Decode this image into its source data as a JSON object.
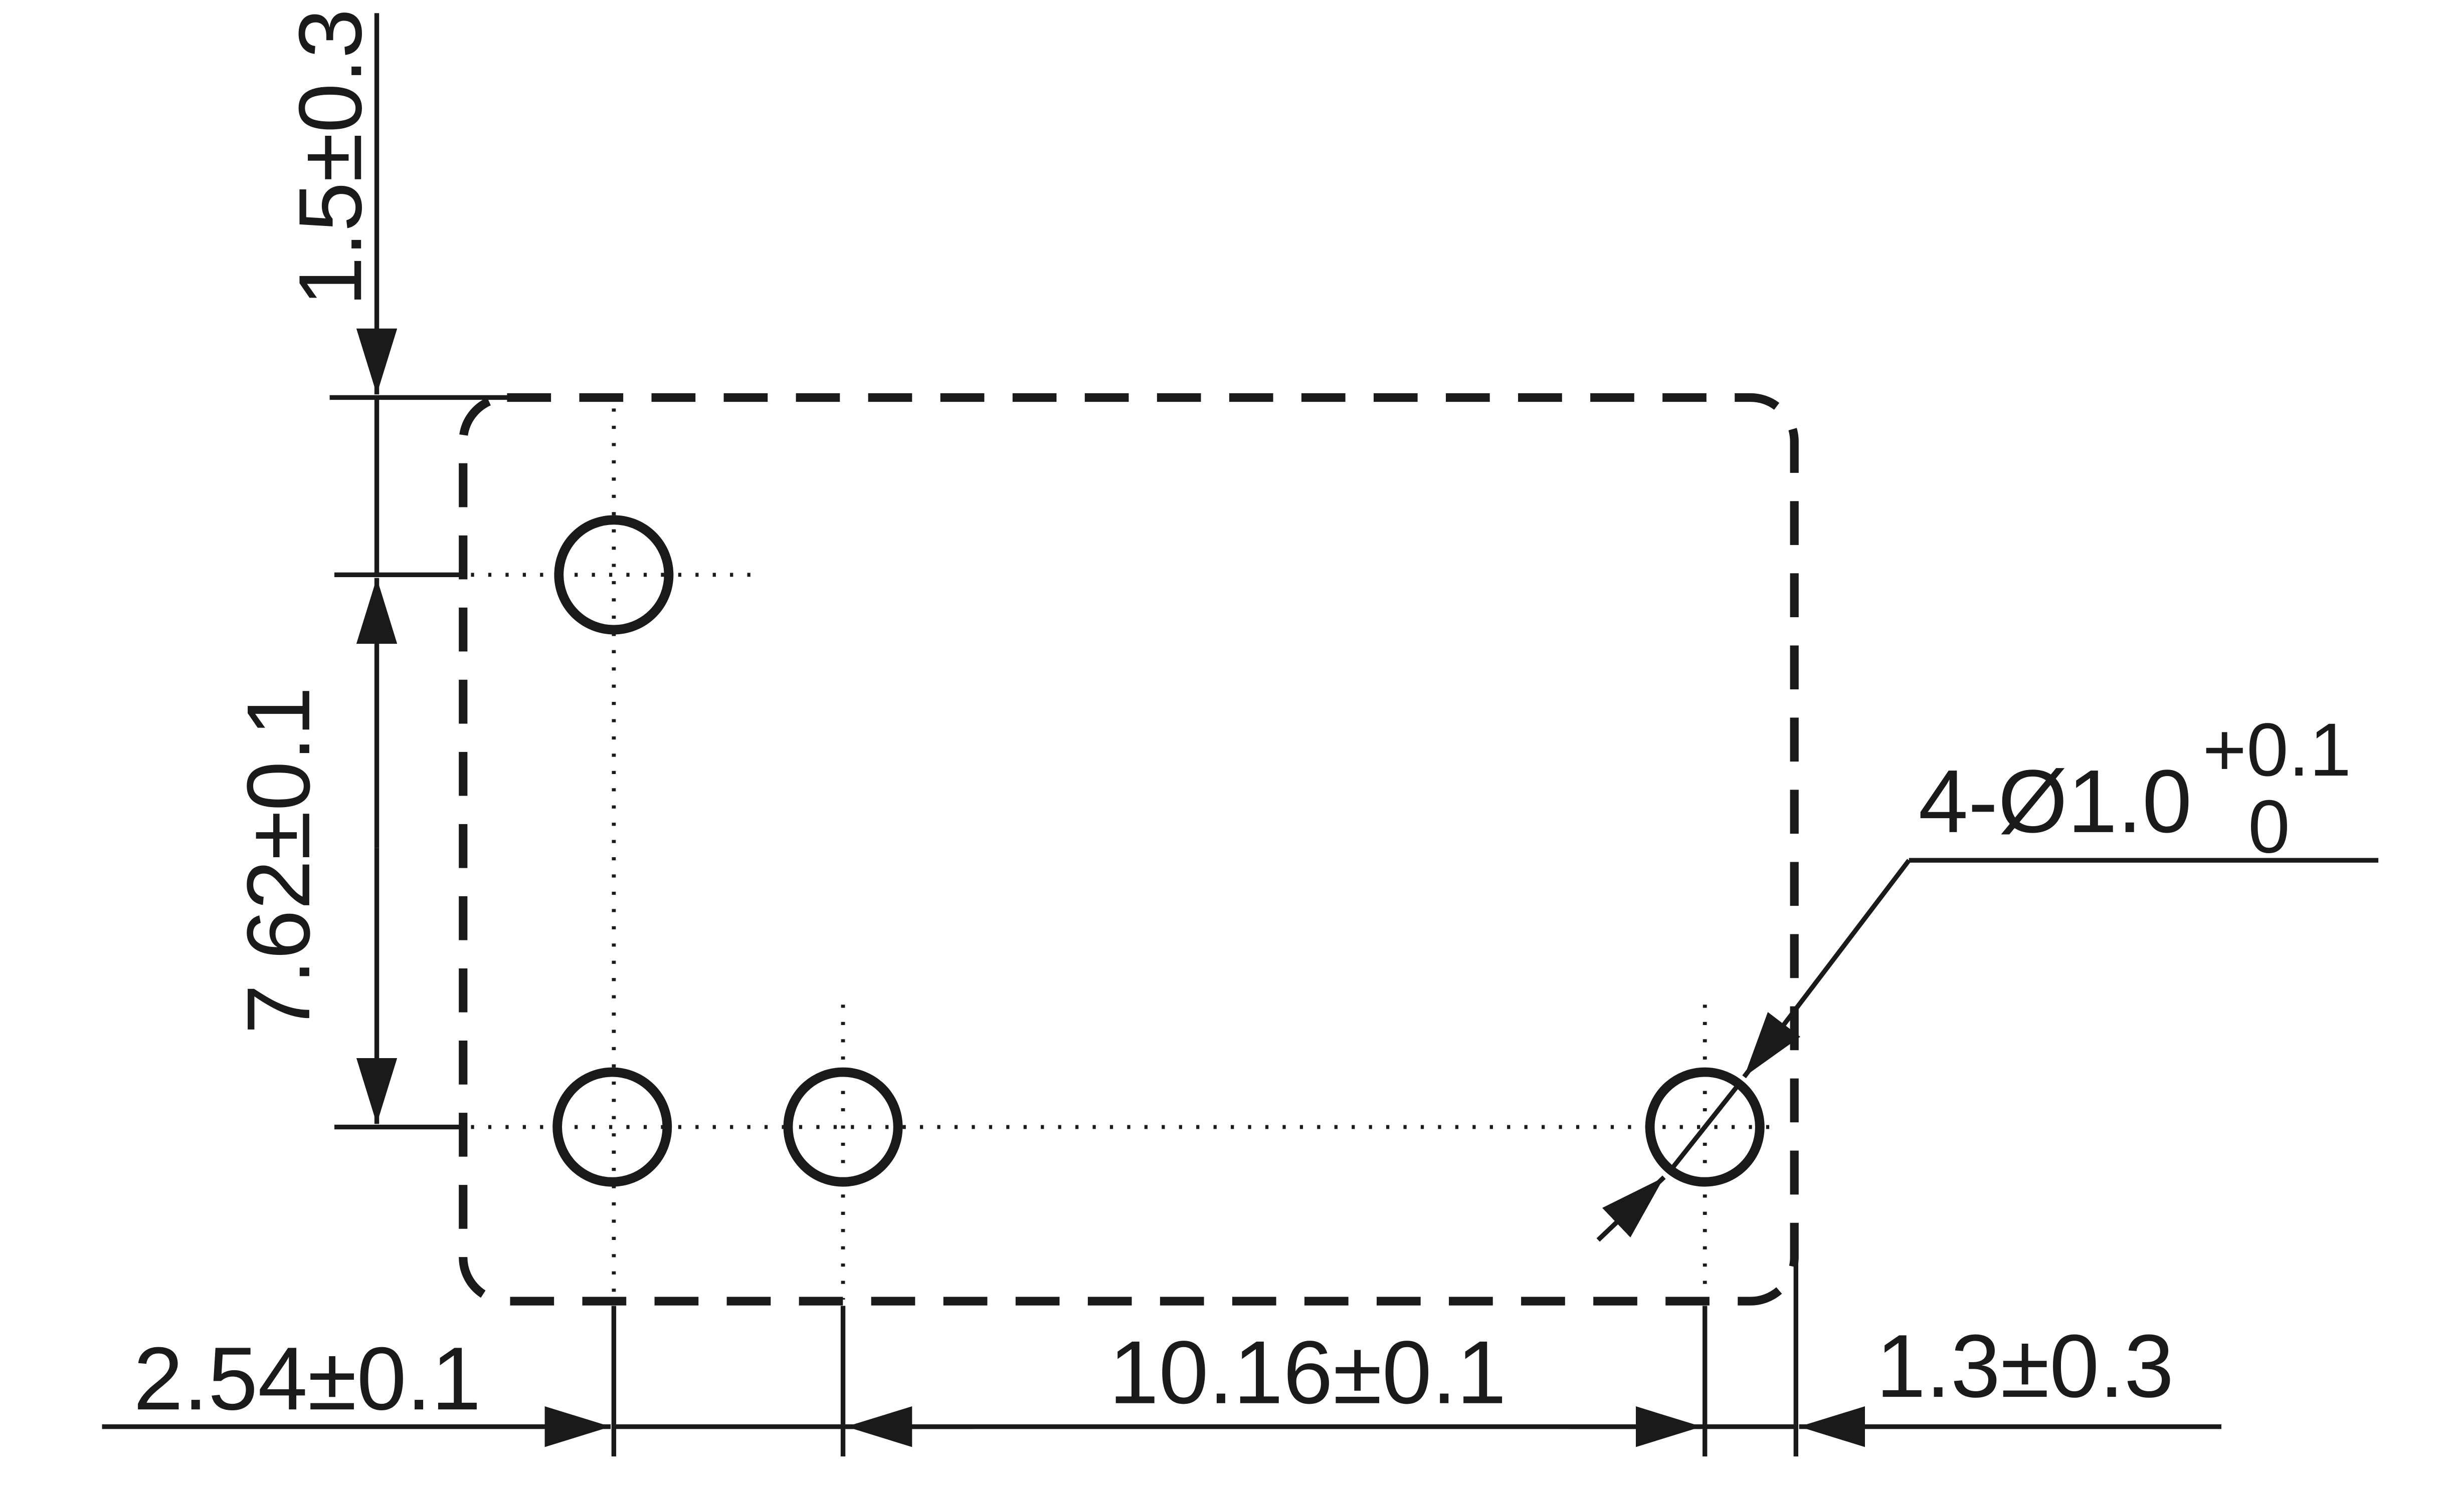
{
  "drawing": {
    "line_color": "#1a1a1a",
    "background": "#ffffff",
    "hole_count": 4,
    "dimensions": {
      "top_offset": "1.5±0.3",
      "vertical_pitch": "7.62±0.1",
      "left_pitch": "2.54±0.1",
      "horizontal_pitch": "10.16±0.1",
      "right_offset": "1.3±0.3"
    },
    "hole_callout": {
      "label": "4-Ø1.0",
      "upper_tolerance": "+0.1",
      "lower_tolerance": "0"
    }
  }
}
